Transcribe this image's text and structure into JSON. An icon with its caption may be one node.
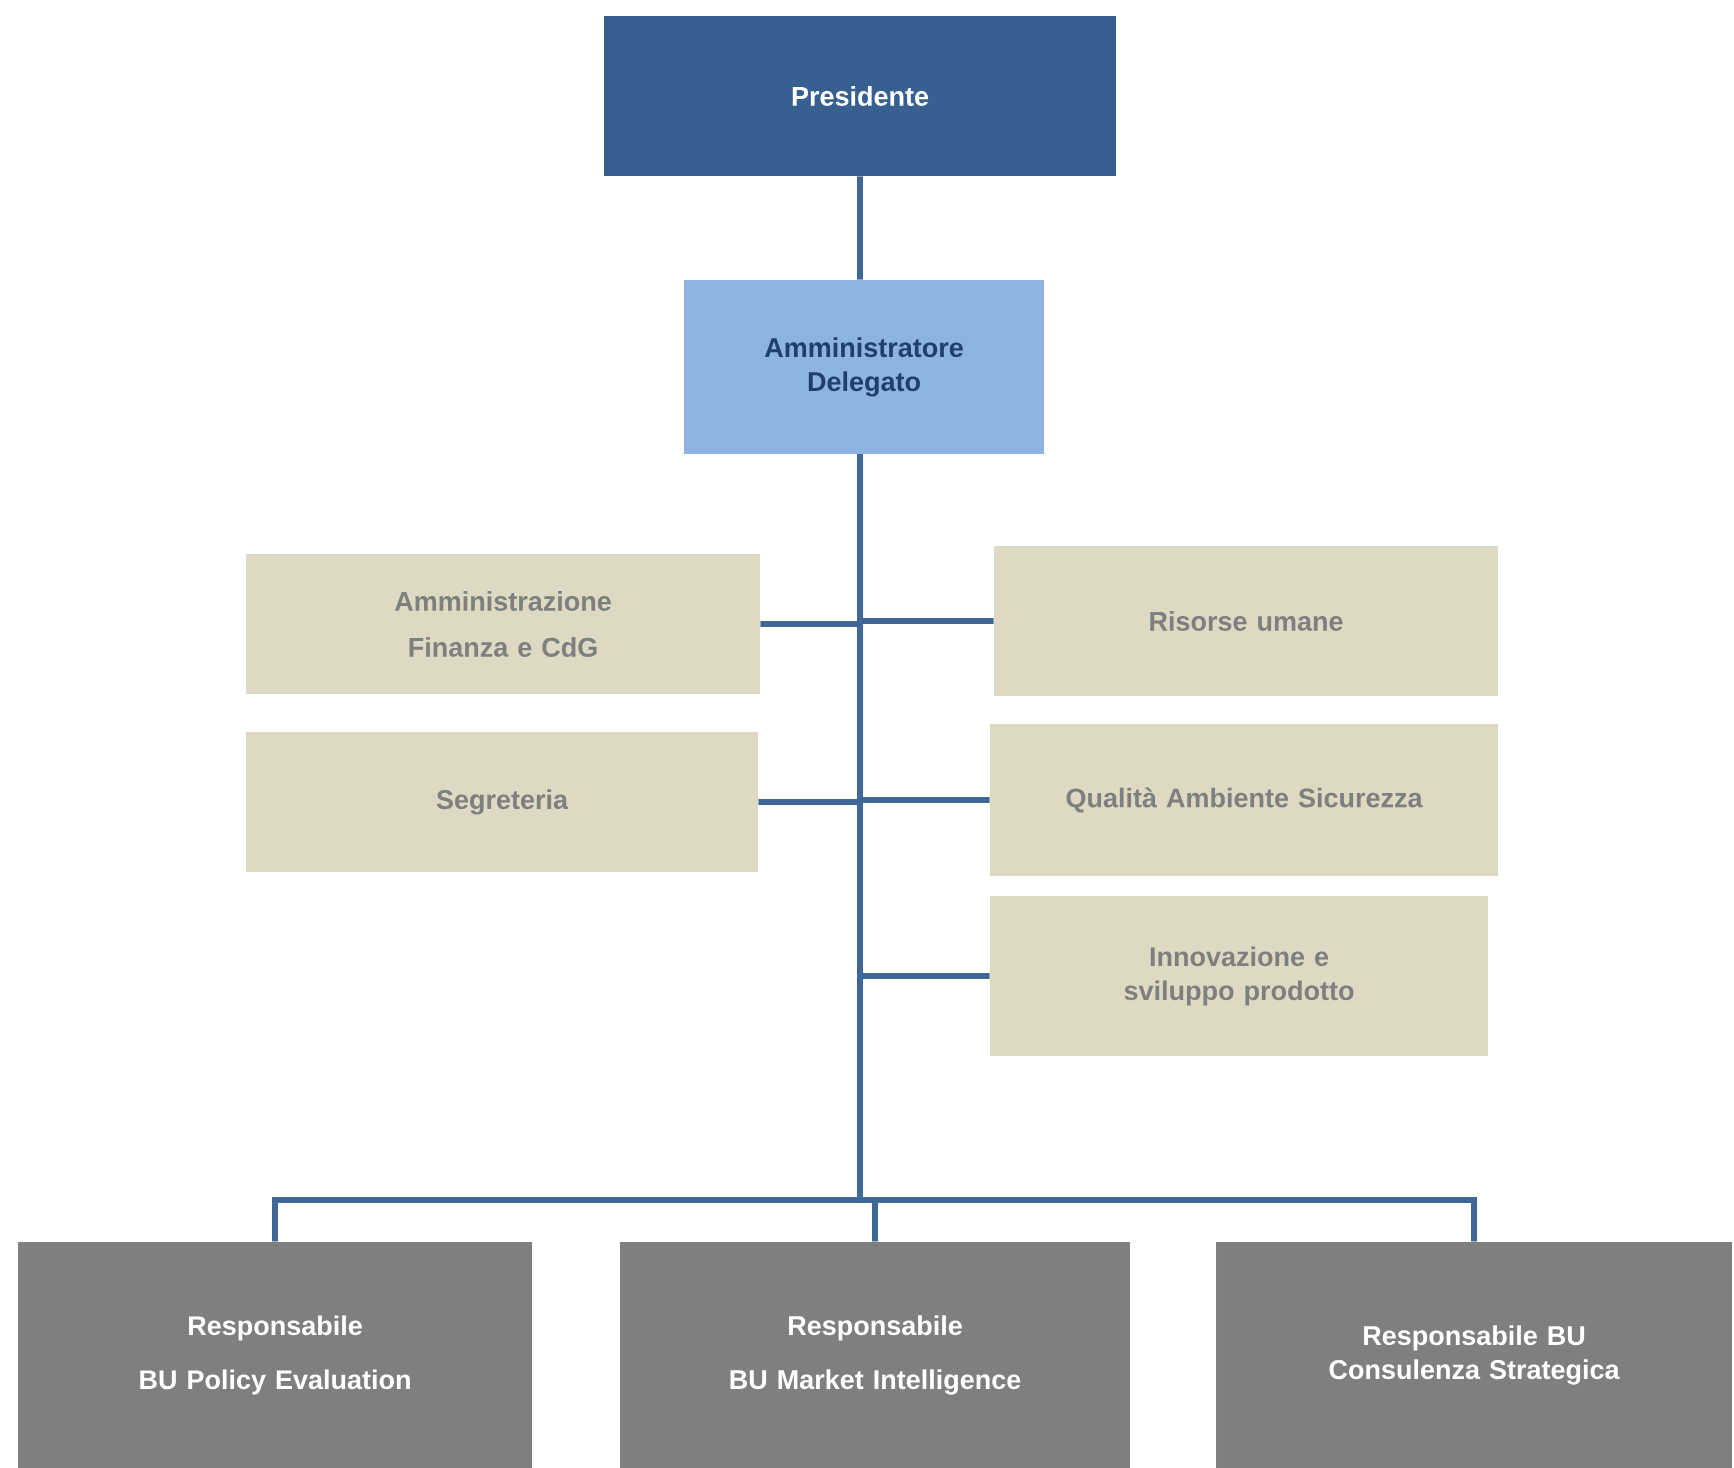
{
  "diagram": {
    "nodes": [
      {
        "text": [
          "Presidente"
        ]
      },
      {
        "text": [
          "Amministratore Delegato"
        ]
      },
      {
        "text": [
          "Amministrazione",
          "Finanza e CdG"
        ]
      },
      {
        "text": [
          "Risorse umane"
        ]
      },
      {
        "text": [
          "Segreteria"
        ]
      },
      {
        "text": [
          "Qualità Ambiente Sicurezza"
        ]
      },
      {
        "text": [
          "Innovazione e sviluppo prodotto"
        ]
      },
      {
        "text": [
          "Responsabile",
          "BU Policy Evaluation"
        ]
      },
      {
        "text": [
          "Responsabile",
          "BU Market Intelligence"
        ]
      },
      {
        "text": [
          "Responsabile BU Consulenza Strategica"
        ]
      }
    ],
    "edges": [
      {
        "from": 0,
        "to": 1,
        "arrow": "none"
      },
      {
        "from": 1,
        "to": 2,
        "arrow": "none"
      },
      {
        "from": 1,
        "to": 3,
        "arrow": "none"
      },
      {
        "from": 1,
        "to": 4,
        "arrow": "none"
      },
      {
        "from": 1,
        "to": 5,
        "arrow": "none"
      },
      {
        "from": 1,
        "to": 6,
        "arrow": "none"
      },
      {
        "from": 1,
        "to": 7,
        "arrow": "none"
      },
      {
        "from": 1,
        "to": 8,
        "arrow": "none"
      },
      {
        "from": 1,
        "to": 9,
        "arrow": "none"
      }
    ]
  }
}
